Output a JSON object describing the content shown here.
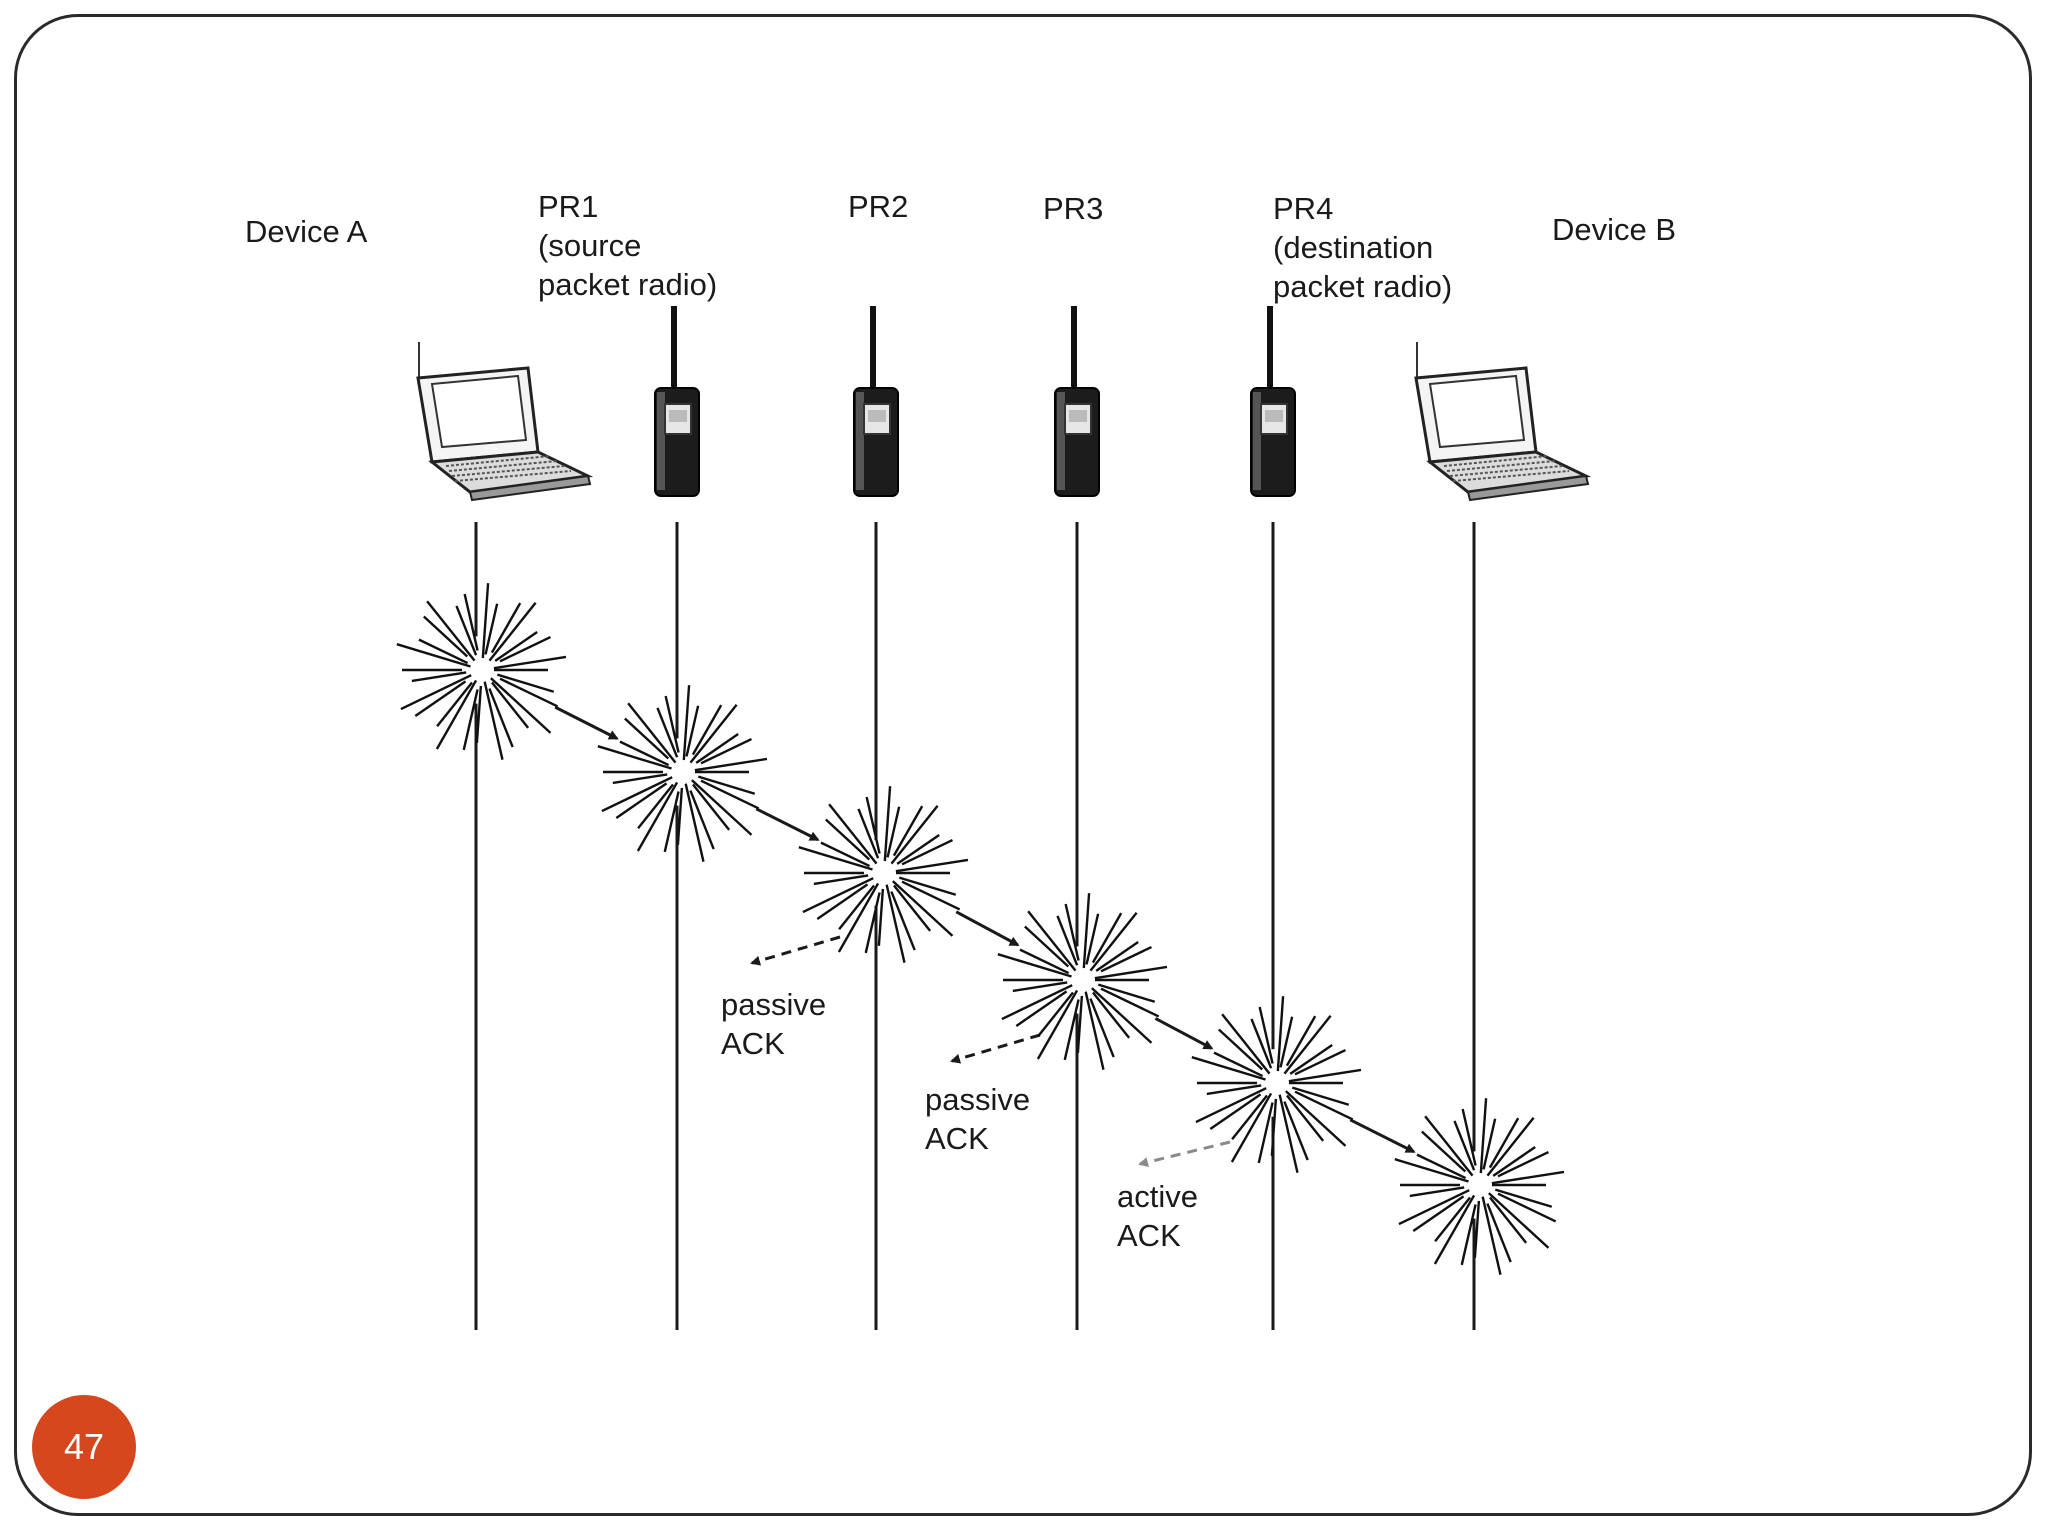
{
  "nodes": [
    {
      "id": "device-a",
      "label": "Device A",
      "type": "laptop"
    },
    {
      "id": "pr1",
      "label": "PR1\n(source\npacket radio)",
      "type": "radio"
    },
    {
      "id": "pr2",
      "label": "PR2",
      "type": "radio"
    },
    {
      "id": "pr3",
      "label": "PR3",
      "type": "radio"
    },
    {
      "id": "pr4",
      "label": "PR4\n(destination\npacket radio)",
      "type": "radio"
    },
    {
      "id": "device-b",
      "label": "Device B",
      "type": "laptop"
    }
  ],
  "acks": [
    {
      "id": "ack-1",
      "label": "passive\nACK",
      "kind": "passive",
      "color": "#1a1a1a"
    },
    {
      "id": "ack-2",
      "label": "passive\nACK",
      "kind": "passive",
      "color": "#1a1a1a"
    },
    {
      "id": "ack-3",
      "label": "active\nACK",
      "kind": "active",
      "color": "#8a8a8a"
    }
  ],
  "transmissions": [
    {
      "from": "device-a",
      "to": "pr1"
    },
    {
      "from": "pr1",
      "to": "pr2"
    },
    {
      "from": "pr2",
      "to": "pr3"
    },
    {
      "from": "pr3",
      "to": "pr4"
    },
    {
      "from": "pr4",
      "to": "device-b"
    }
  ],
  "page_number": "47",
  "colors": {
    "badge": "#d6471e",
    "lines": "#1a1a1a",
    "active_ack": "#8a8a8a"
  }
}
